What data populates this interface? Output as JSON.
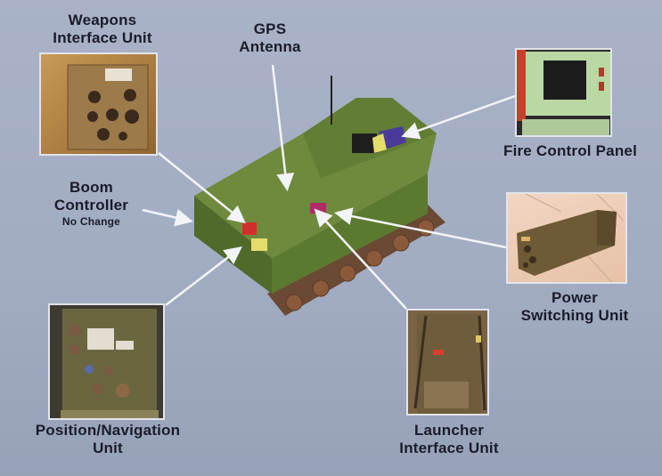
{
  "diagram": {
    "subject": "tracked launcher vehicle with component callouts",
    "colors": {
      "background": "#a4adc3",
      "label_text": "#1a1c2a",
      "arrow": "#f2f4f8",
      "vehicle_green": "#6f8a3c"
    },
    "components": [
      {
        "id": "weapons-interface-unit",
        "line1": "Weapons",
        "line2": "Interface Unit"
      },
      {
        "id": "gps-antenna",
        "line1": "GPS",
        "line2": "Antenna"
      },
      {
        "id": "fire-control-panel",
        "line1": "Fire Control Panel"
      },
      {
        "id": "boom-controller",
        "line1": "Boom",
        "line2": "Controller",
        "note": "No Change"
      },
      {
        "id": "power-switching-unit",
        "line1": "Power",
        "line2": "Switching Unit"
      },
      {
        "id": "position-navigation-unit",
        "line1": "Position/Navigation",
        "line2": "Unit"
      },
      {
        "id": "launcher-interface-unit",
        "line1": "Launcher",
        "line2": "Interface Unit"
      }
    ]
  }
}
